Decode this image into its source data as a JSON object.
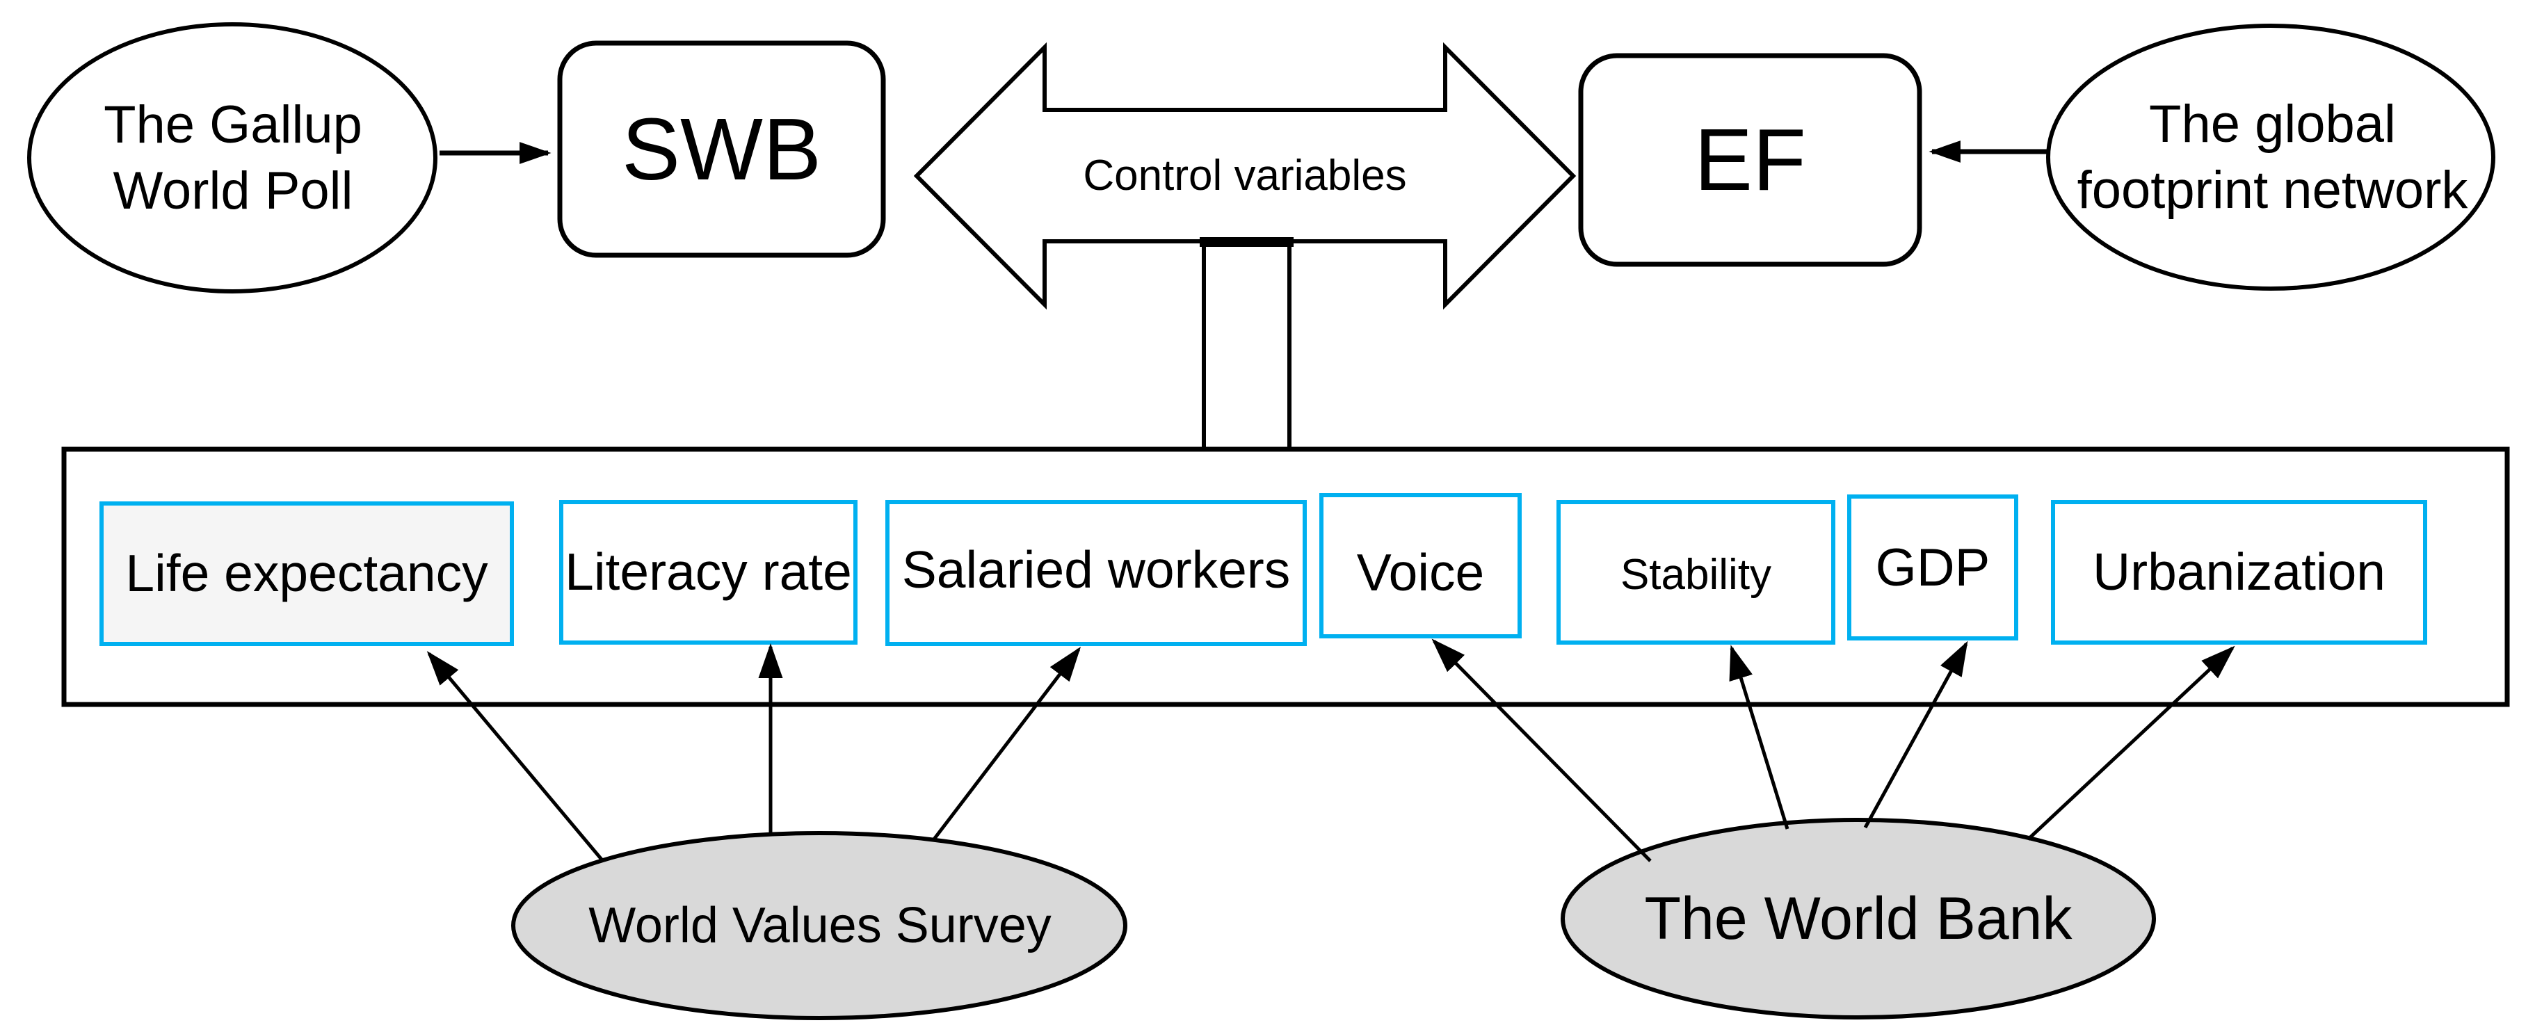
{
  "diagram": {
    "top": {
      "source_left_label": "The Gallup\nWorld Poll",
      "node_left_label": "SWB",
      "center_arrow_label": "Control variables",
      "node_right_label": "EF",
      "source_right_label": "The global\nfootprint network"
    },
    "control_variables": [
      "Life expectancy",
      "Literacy rate",
      "Salaried workers",
      "Voice",
      "Stability",
      "GDP",
      "Urbanization"
    ],
    "bottom_sources": {
      "left_label": "World Values Survey",
      "right_label": "The World Bank"
    },
    "edges": [
      {
        "from": "The Gallup World Poll",
        "to": "SWB"
      },
      {
        "from": "The global footprint network",
        "to": "EF"
      },
      {
        "from": "Control variables",
        "to": "SWB"
      },
      {
        "from": "Control variables",
        "to": "EF"
      },
      {
        "from": "Control variables",
        "to": "control variables panel"
      },
      {
        "from": "World Values Survey",
        "to": "Life expectancy"
      },
      {
        "from": "World Values Survey",
        "to": "Literacy rate"
      },
      {
        "from": "World Values Survey",
        "to": "Salaried workers"
      },
      {
        "from": "The World Bank",
        "to": "Voice"
      },
      {
        "from": "The World Bank",
        "to": "Stability"
      },
      {
        "from": "The World Bank",
        "to": "GDP"
      },
      {
        "from": "The World Bank",
        "to": "Urbanization"
      }
    ],
    "colors": {
      "control_box_border": "#00b0f0",
      "first_box_fill": "#f5f5f5",
      "bottom_source_fill": "#d9d9d9",
      "outline": "#000000",
      "background": "#ffffff"
    }
  }
}
